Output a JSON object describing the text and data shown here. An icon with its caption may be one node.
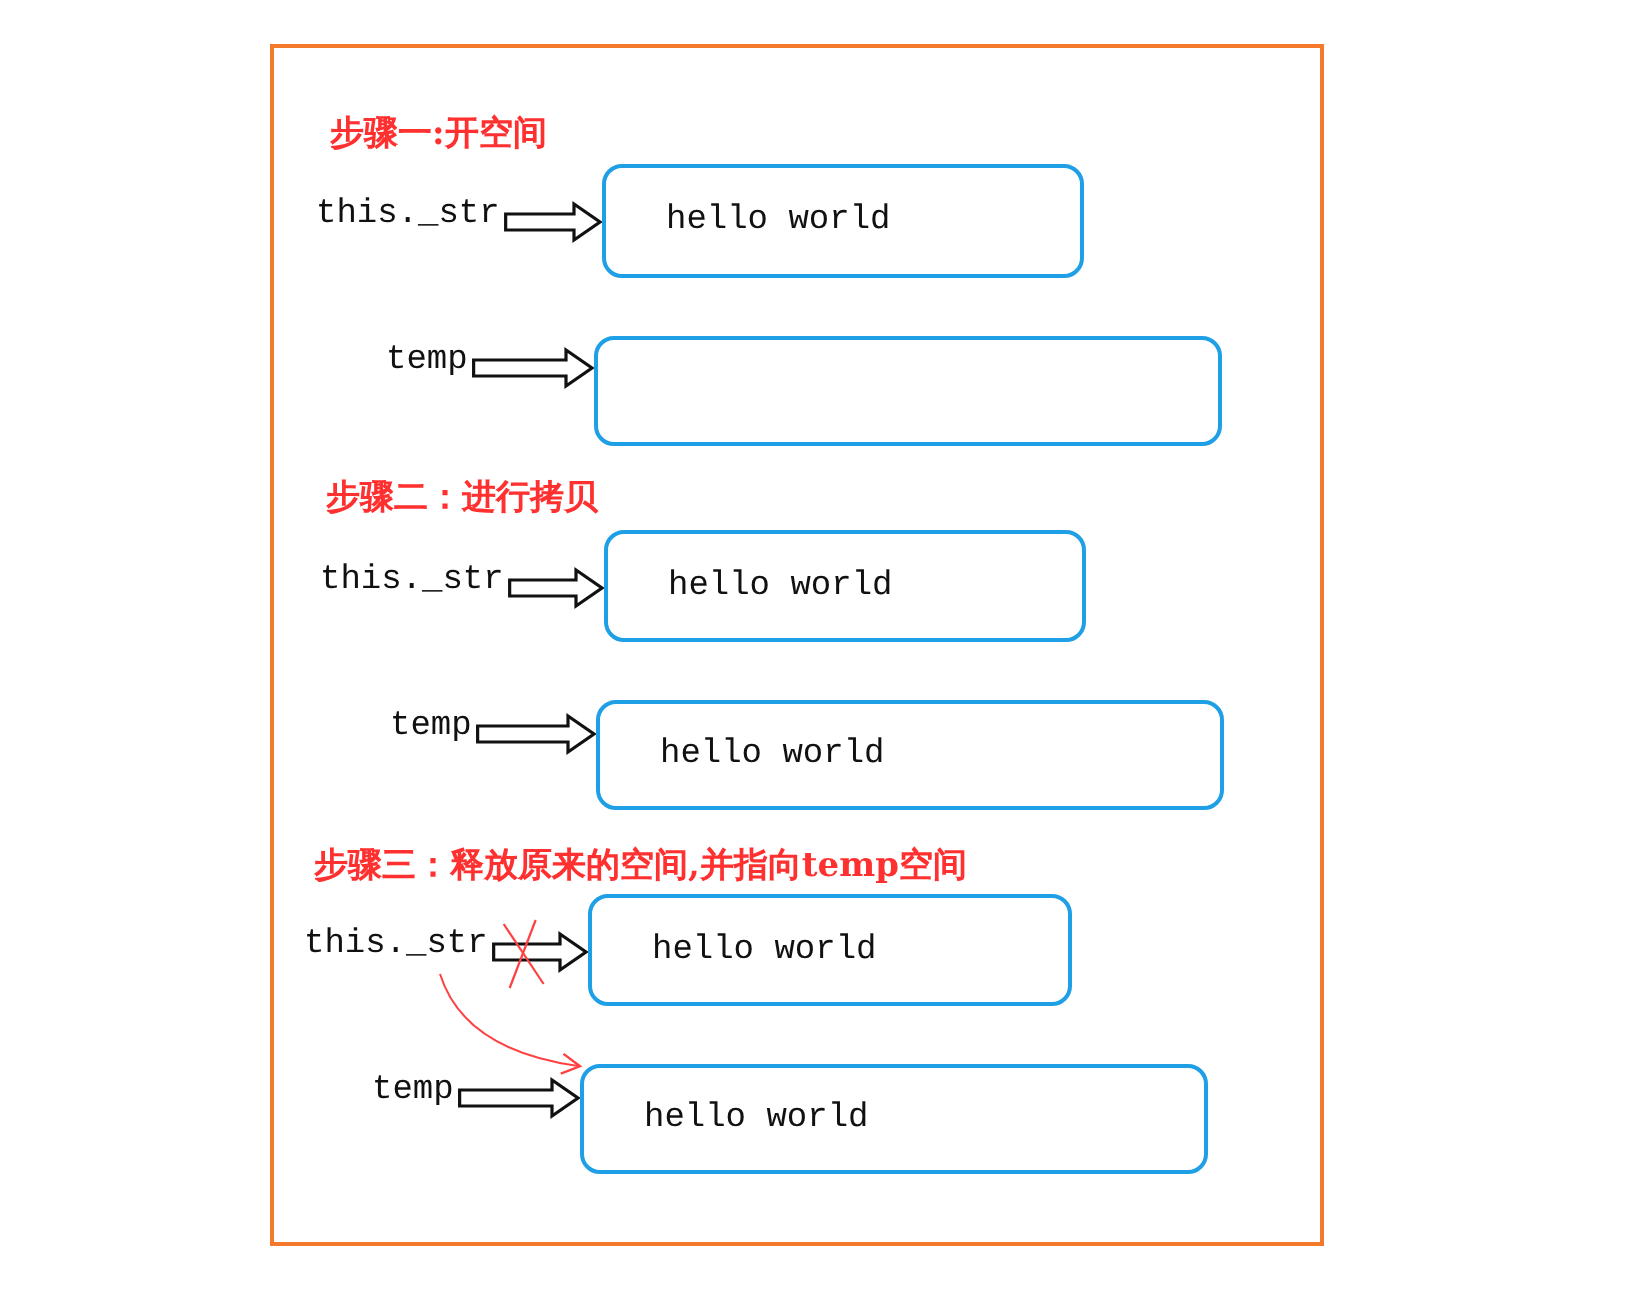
{
  "diagram": {
    "nodes": [
      {
        "text": [
          "this._str"
        ]
      },
      {
        "text": [
          "hello world"
        ]
      },
      {
        "text": [
          "temp"
        ]
      },
      {
        "text": [],
        "shape": "box"
      },
      {
        "text": [
          "this._str"
        ]
      },
      {
        "text": [
          "hello world"
        ]
      },
      {
        "text": [
          "temp"
        ]
      },
      {
        "text": [
          "hello world"
        ]
      },
      {
        "text": [
          "this._str"
        ]
      },
      {
        "text": [
          "hello world"
        ]
      },
      {
        "text": [
          "temp"
        ]
      },
      {
        "text": [
          "hello world"
        ]
      }
    ],
    "edges": [
      {
        "from": 0,
        "to": 1,
        "arrow": "to"
      },
      {
        "from": 2,
        "to": 3,
        "arrow": "to"
      },
      {
        "from": 4,
        "to": 5,
        "arrow": "to"
      },
      {
        "from": 6,
        "to": 7,
        "arrow": "to"
      },
      {
        "from": 8,
        "to": 9,
        "arrow": "to"
      },
      {
        "from": 10,
        "to": 11,
        "arrow": "to"
      },
      {
        "from": 8,
        "to": 11,
        "arrow": "to",
        "color": "#ff4040"
      }
    ],
    "labels": [
      "步骤一:开空间",
      "步骤二：进行拷贝",
      "步骤三：释放原来的空间,并指向temp空间"
    ]
  }
}
